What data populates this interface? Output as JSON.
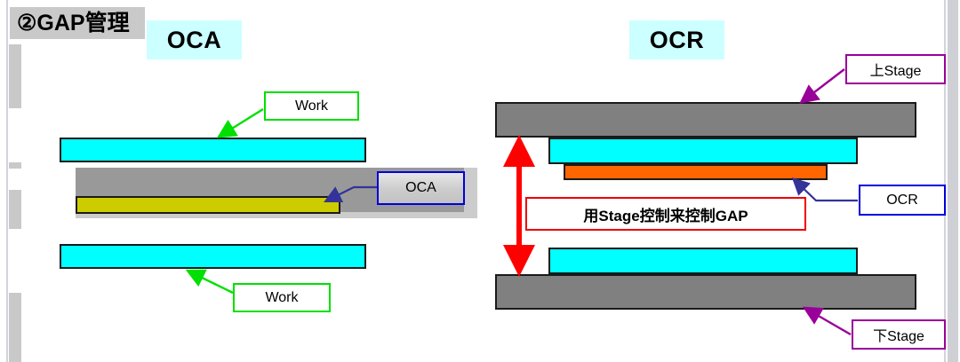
{
  "header": {
    "title": "②GAP管理"
  },
  "sections": {
    "left": {
      "title": "OCA",
      "labels": {
        "work_top": "Work",
        "oca": "OCA",
        "work_bottom": "Work"
      }
    },
    "right": {
      "title": "OCR",
      "labels": {
        "upper_stage": "上Stage",
        "ocr": "OCR",
        "gap_note": "用Stage控制来控制GAP",
        "lower_stage": "下Stage"
      }
    }
  },
  "colors": {
    "work_cyan": "#00ffff",
    "oca_yellow": "#cccc00",
    "ocr_orange": "#ff6600",
    "stage_gray": "#808080",
    "title_chip_bg": "#ccffff",
    "header_bg": "#c9c9c9",
    "callout_green": "#00e000",
    "callout_purple": "#990099",
    "callout_blue": "#0000dd",
    "callout_red": "#ee0000",
    "gap_arrow_red": "#ff0000"
  },
  "icons": {
    "green_arrow": "arrow-pointer-green",
    "purple_arrow": "arrow-pointer-purple",
    "blue_arrow": "arrow-pointer-blue",
    "gap_arrow": "double-headed-arrow-red"
  }
}
